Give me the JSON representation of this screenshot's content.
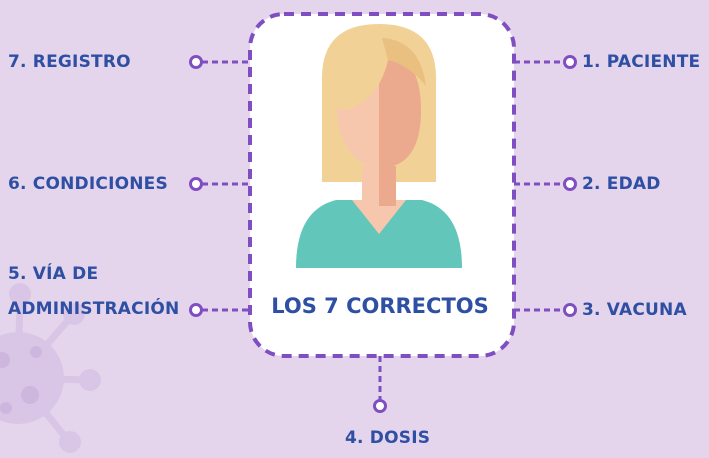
{
  "diagram": {
    "title": "LOS 7 CORRECTOS",
    "items": [
      {
        "label": "1. PACIENTE"
      },
      {
        "label": "2. EDAD"
      },
      {
        "label": "3. VACUNA"
      },
      {
        "label": "4. DOSIS"
      },
      {
        "label": "5. VÍA DE"
      },
      {
        "label": "6. CONDICIONES"
      },
      {
        "label": "7. REGISTRO"
      }
    ],
    "item5_line2": "ADMINISTRACIÓN"
  },
  "colors": {
    "background": "#e4d5ec",
    "accent_purple": "#7f4fc1",
    "label_blue": "#2e4fa3",
    "card": "#ffffff",
    "scrubs": "#62c6bb",
    "skin": "#f7c7ad",
    "hair": "#f1d196"
  },
  "icons": {
    "figure": "nurse-avatar-icon",
    "decoration": "virus-icon"
  }
}
